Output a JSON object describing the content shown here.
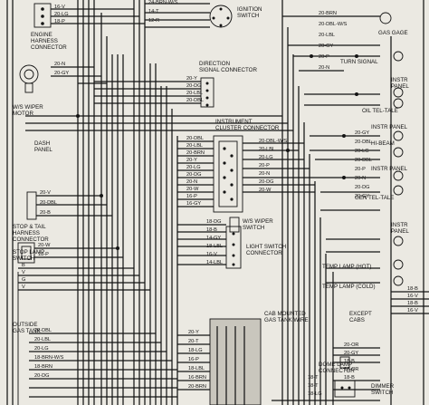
{
  "components": {
    "engine_harness": "ENGINE\nHARNESS\nCONNECTOR",
    "ws_wiper_motor": "W/S WIPER\nMOTOR",
    "dash_panel": "DASH\nPANEL",
    "stop_tail": "STOP & TAIL\nHARNESS\nCONNECTOR",
    "stop_lamp": "STOP LAMP\nSWITCH",
    "outside_gas_tank": "OUTSIDE\nGAS TANK",
    "ignition_switch": "IGNITION\nSWITCH",
    "direction_signal": "DIRECTION\nSIGNAL CONNECTOR",
    "instrument_cluster": "INSTRUMENT\nCLUSTER CONNECTOR",
    "ws_wiper_switch": "W/S WIPER\nSWITCH",
    "light_switch": "LIGHT SWITCH\nCONNECTOR",
    "gas_gage": "GAS GAGE",
    "turn_signal": "TURN SIGNAL",
    "instr_panel_1": "INSTR\nPANEL",
    "oil_tel_tale": "OIL TEL-TALE",
    "instr_panel_2": "INSTR PANEL",
    "hi_beam": "HI-BEAM",
    "instr_panel_3": "INSTR PANEL",
    "gen_tel_tale": "GEN TEL-TALE",
    "instr_panel_4": "INSTR\nPANEL",
    "temp_hot": "TEMP LAMP (HOT)",
    "temp_cold": "TEMP LAMP (COLD)",
    "cab_mounted": "CAB MOUNTED\nGAS TANK WIRE",
    "except_cabs": "EXCEPT\nCABS",
    "dome_lamp": "DOME LAMP\nCONNECTOR",
    "dimmer_switch": "DIMMER\nSWITCH"
  },
  "wire_labels": {
    "engine_top": [
      "16-V",
      "20-LG",
      "18-P"
    ],
    "ign_top": [
      "24-BRN-W/S",
      "14-T",
      "12-R"
    ],
    "wiper_motor": [
      "20-N",
      "20-GY"
    ],
    "dir_signal": [
      "20-Y",
      "20-DG",
      "20-LBL",
      "20-DBL"
    ],
    "cluster_left": [
      "20-DBL",
      "20-LBL",
      "20-BRN",
      "20-Y",
      "20-LG",
      "20-DG",
      "20-N",
      "20-W",
      "16-P",
      "16-GY"
    ],
    "cluster_right": [
      "20-DBL-W/S",
      "20-LBL",
      "20-LG",
      "20-P",
      "20-N",
      "20-DG",
      "20-W"
    ],
    "stop_tail": [
      "20-V",
      "20-DBL",
      "20-B"
    ],
    "stop_lamp": [
      "20-W",
      "18-P"
    ],
    "gas_tank": [
      "B",
      "V",
      "G",
      "V"
    ],
    "wiper_switch": [
      "18-DG",
      "18-B",
      "14-GY",
      "18-LBL",
      "16-V",
      "14-LBL"
    ],
    "bottom_left": [
      "20-DBL",
      "20-LBL",
      "20-LG",
      "18-BRN-W/S",
      "18-BRN",
      "20-DG"
    ],
    "bottom_mid": [
      "20-Y",
      "20-T",
      "18-LG",
      "16-P",
      "18-LBL",
      "16-BRN",
      "20-BRN"
    ],
    "right_top": [
      "20-BRN",
      "20-DBL-W/S",
      "20-LBL",
      "20-GY",
      "20-P",
      "20-N"
    ],
    "right_mid": [
      "20-GY",
      "20-DBL",
      "20-LG",
      "20-DBL",
      "20-P",
      "20-N",
      "20-DG",
      "20-GY"
    ],
    "right_bottom": [
      "18-B",
      "16-V",
      "18-B",
      "16-V"
    ],
    "right_low": [
      "20-OR",
      "20-GY",
      "18-B",
      "20-OR",
      "18-B"
    ],
    "right_end": [
      "18-T",
      "18-T",
      "18-LG"
    ]
  }
}
